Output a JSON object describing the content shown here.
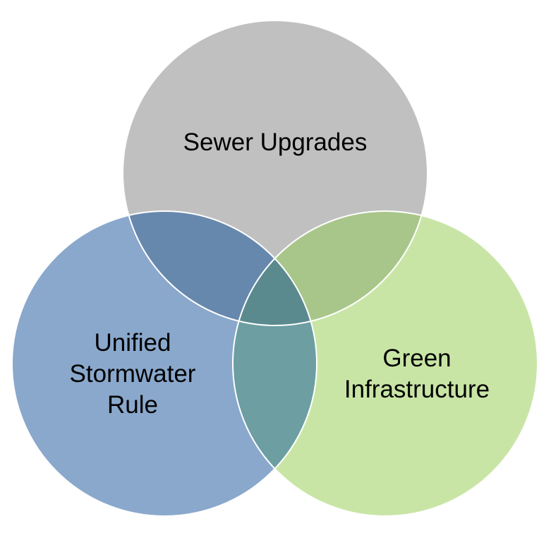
{
  "diagram": {
    "type": "venn",
    "sets": [
      {
        "id": "sewer",
        "label_lines": [
          "Sewer Upgrades"
        ],
        "color": "#c0c0c0"
      },
      {
        "id": "stormwater",
        "label_lines": [
          "Unified",
          "Stormwater",
          "Rule"
        ],
        "color": "#8aa8cc"
      },
      {
        "id": "green",
        "label_lines": [
          "Green",
          "Infrastructure"
        ],
        "color": "#c9e5a6"
      }
    ],
    "overlap_colors": {
      "sewer_stormwater": "#6788ad",
      "sewer_green": "#a9c68a",
      "stormwater_green": "#6c9ea2",
      "all": "#5a8a8e"
    }
  }
}
